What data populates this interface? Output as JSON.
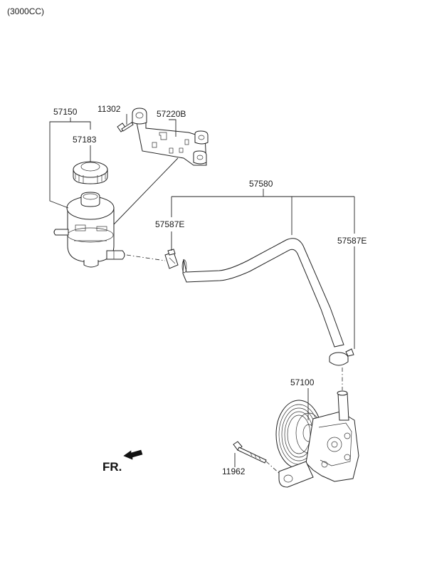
{
  "header": {
    "variant": "(3000CC)"
  },
  "direction_marker": {
    "label": "FR.",
    "icon": "front-arrow-icon"
  },
  "callouts": {
    "reservoir_assembly": "57150",
    "reservoir_cap": "57183",
    "bracket_bolt": "11302",
    "reservoir_bracket": "57220B",
    "return_hose_assembly": "57580",
    "hose_clamp_left": "57587E",
    "hose_clamp_right": "57587E",
    "power_steering_pump": "57100",
    "pump_mounting_bolt": "11962"
  }
}
